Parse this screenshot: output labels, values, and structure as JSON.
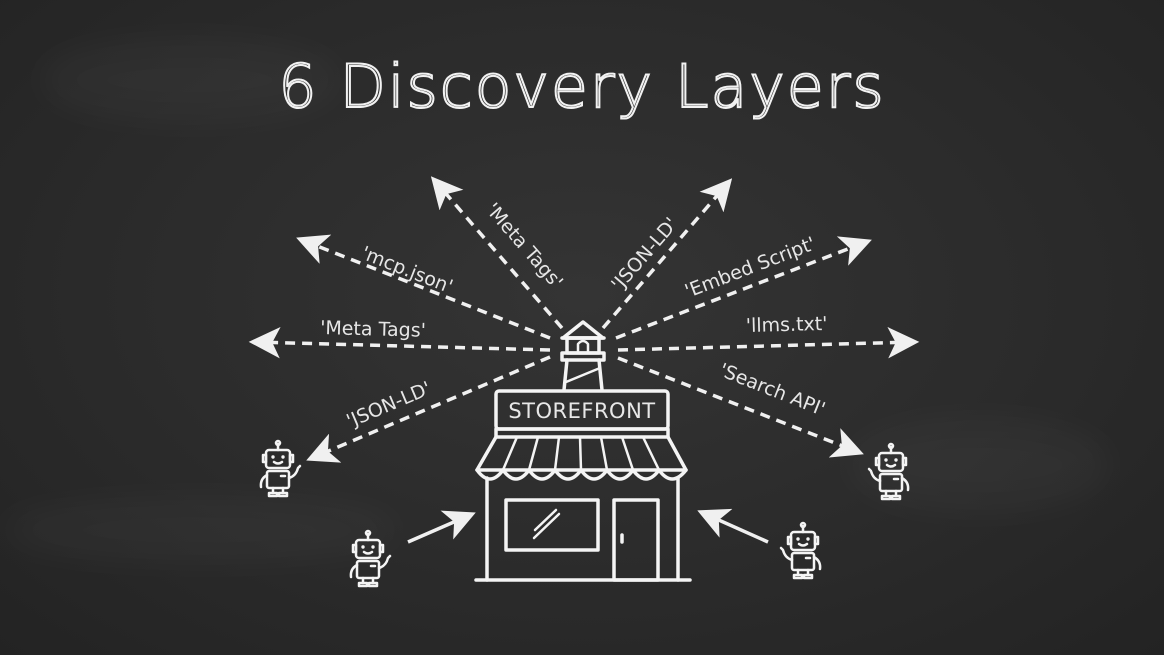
{
  "title": "6 Discovery Layers",
  "center": {
    "sign_label": "STOREFRONT",
    "icon": "storefront-with-lighthouse"
  },
  "outgoing_layers": [
    {
      "id": "left-1",
      "label": "'mcp.json'",
      "direction": "upper-left"
    },
    {
      "id": "left-2",
      "label": "'Meta Tags'",
      "direction": "left"
    },
    {
      "id": "left-3",
      "label": "'JSON-LD'",
      "direction": "lower-left-to-robot"
    },
    {
      "id": "top-1",
      "label": "'Meta Tags'",
      "direction": "up-left"
    },
    {
      "id": "top-2",
      "label": "'JSON-LD'",
      "direction": "up-right"
    },
    {
      "id": "right-1",
      "label": "'Embed Script'",
      "direction": "upper-right"
    },
    {
      "id": "right-2",
      "label": "'llms.txt'",
      "direction": "right"
    },
    {
      "id": "right-3",
      "label": "'Search API'",
      "direction": "lower-right-to-robot"
    }
  ],
  "agents": [
    {
      "id": "robot-left-top",
      "icon": "robot-icon"
    },
    {
      "id": "robot-left-bottom",
      "icon": "robot-icon"
    },
    {
      "id": "robot-right-top",
      "icon": "robot-icon"
    },
    {
      "id": "robot-right-bottom",
      "icon": "robot-icon"
    }
  ],
  "colors": {
    "background": "#2b2b2b",
    "chalk": "#f0f0f0"
  }
}
